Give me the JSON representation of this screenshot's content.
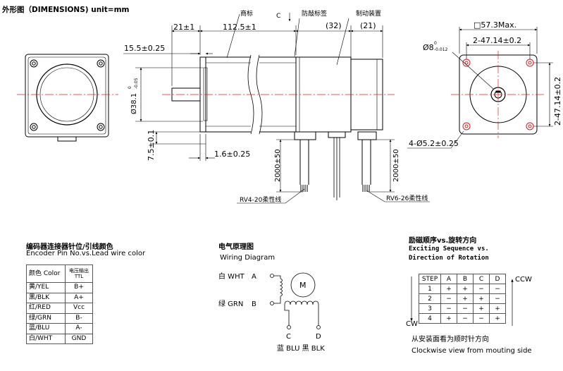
{
  "header": {
    "title": "外形图（DIMENSIONS)    unit=mm"
  },
  "side_view": {
    "dim_overall_length": "112.5±1",
    "dim_shaft_length": "21±1",
    "dim_top_left": "15.5±0.25",
    "dim_shaft_dia": "Ø38.1",
    "dim_shaft_dia_tol_upper": "0",
    "dim_shaft_dia_tol_lower": "-0.05",
    "dim_boss_height": "7.5±0.1",
    "dim_flange_thickness": "1.6±0.25",
    "dim_encoder_section": "(32)",
    "dim_connector_section": "(21)",
    "label_nameplate": "商标",
    "label_c": "C",
    "label_tamper_seal": "防敲标签",
    "label_makers_mark": "制动装置",
    "lead_len_left": "2000±50",
    "lead_len_right": "2000±50",
    "cable_left": "RV4-20柔性线",
    "cable_right": "RV6-26柔性线"
  },
  "front_view": {
    "dim_square": "□57.3Max.",
    "dim_hole_pitch_h": "2-47.14±0.2",
    "dim_hole_pitch_v": "2-47.14±0.2",
    "dim_shaft": "Ø8",
    "dim_shaft_tol_upper": "0",
    "dim_shaft_tol_lower": "-0.012",
    "dim_holes": "4-Ø5.2±0.25"
  },
  "encoder_table": {
    "title": "编码器连接器针位/引线颜色",
    "subtitle": "Encoder Pin No.vs.Lead wire color",
    "header": [
      "颜色 Color",
      "电压输出 TTL"
    ],
    "rows": [
      [
        "黄/YEL",
        "B+"
      ],
      [
        "黑/BLK",
        "A+"
      ],
      [
        "红/RED",
        "Vcc"
      ],
      [
        "绿/GRN",
        "B-"
      ],
      [
        "蓝/BLU",
        "A-"
      ],
      [
        "白/WHT",
        "GND"
      ]
    ]
  },
  "wiring": {
    "title": "电气原理图",
    "subtitle": "Wiring Diagram",
    "motor": "M",
    "wht": "白 WHT",
    "a": "A",
    "grn": "绿 GRN",
    "b": "B",
    "c": "C",
    "d": "D",
    "bottom": "蓝 BLU  黑 BLK"
  },
  "sequence": {
    "title": "励磁顺序vs.旋转方向",
    "subtitle1": "Exciting Sequence vs.",
    "subtitle2": "Direction of Rotation",
    "ccw": "CCW",
    "cw": "CW",
    "header": [
      "STEP",
      "A",
      "B",
      "C",
      "D"
    ],
    "rows": [
      [
        "1",
        "+",
        "+",
        "−",
        "−"
      ],
      [
        "2",
        "−",
        "+",
        "+",
        "−"
      ],
      [
        "3",
        "−",
        "−",
        "+",
        "+"
      ],
      [
        "4",
        "+",
        "−",
        "−",
        "+"
      ]
    ],
    "note_cn": "从安装面看为顺时针方向",
    "note_en": "Clockwise view from mouting side"
  }
}
